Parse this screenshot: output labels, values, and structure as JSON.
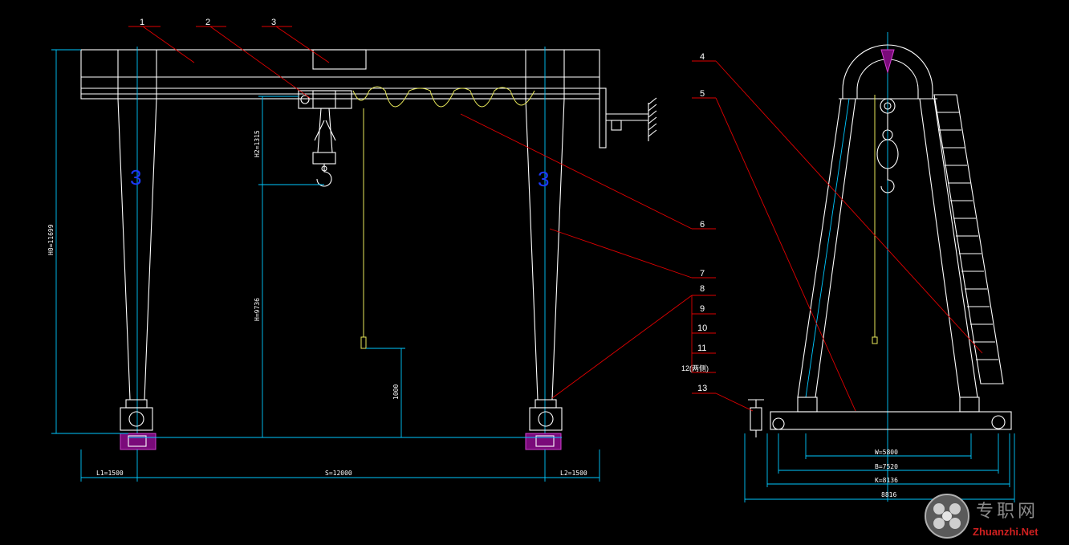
{
  "callouts": [
    "1",
    "2",
    "3",
    "4",
    "5",
    "6",
    "7",
    "8",
    "9",
    "10",
    "11",
    "12(两侧)",
    "13"
  ],
  "dimensions": {
    "h0": "H0=11699",
    "h2": "H2=1315",
    "h": "H=9736",
    "h1": "1000",
    "l1": "L1=1500",
    "span": "S=12000",
    "l2": "L2=1500",
    "w": "W=5800",
    "b": "B=7520",
    "k": "K=8136",
    "total": "8816"
  },
  "capacity_mark": "3",
  "watermark": {
    "cn": "专职网",
    "en": "Zhuanzhi.Net"
  },
  "colors": {
    "background": "#000000",
    "outline": "#ffffff",
    "dimension": "#00c8ff",
    "leader": "#e00000",
    "cable": "#e8e85a",
    "rail": "#c000c0",
    "hook_mark": "#1a3aff"
  }
}
